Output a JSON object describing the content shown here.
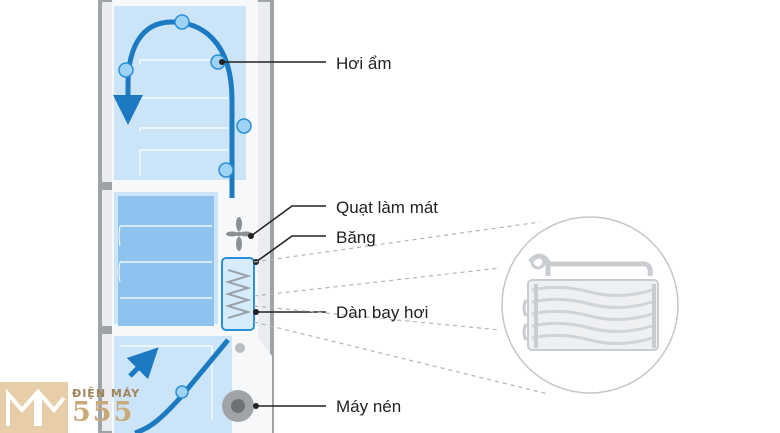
{
  "labels": {
    "moisture": "Hơi ẩm",
    "cooling_fan": "Quạt làm mát",
    "ice": "Băng",
    "evaporator": "Dàn bay hơi",
    "compressor": "Máy nén"
  },
  "watermark": {
    "brand_top": "ĐIỆN MÁY",
    "brand_number": "555"
  },
  "colors": {
    "outer_cabinet": "#eaecef",
    "cabinet_outline": "#9ea3a8",
    "compartment_fill": "#cce4f8",
    "freezer_drawer": "#8ec2ef",
    "airflow": "#1b7ac2",
    "droplet": "#9fd3f6",
    "watermark": "#c9a978"
  }
}
